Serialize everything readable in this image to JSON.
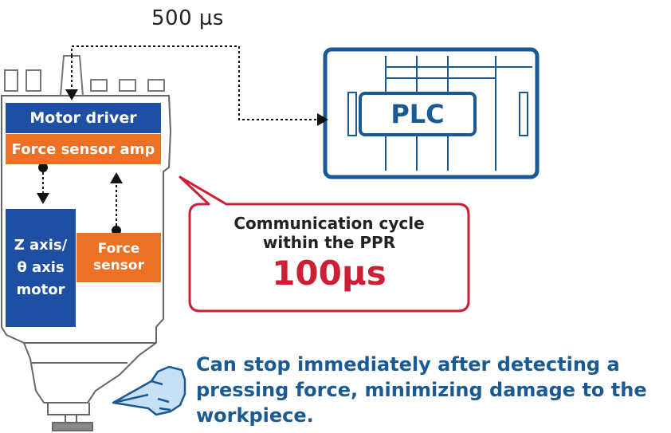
{
  "top_label": "500 µs",
  "plc": {
    "label": "PLC"
  },
  "actuator": {
    "motor_driver": "Motor driver",
    "force_sensor_amp": "Force sensor amp",
    "z_axis_motor": [
      "Z axis/",
      "θ axis",
      "motor"
    ],
    "force_sensor": [
      "Force",
      "sensor"
    ]
  },
  "callout": {
    "line1": "Communication cycle",
    "line2": "within the PPR",
    "value": "100µs"
  },
  "caption": "Can stop immediately after detecting a pressing force, minimizing damage to the workpiece.",
  "colors": {
    "blue": "#1f4fa3",
    "orange": "#ec7124",
    "red": "#cc1f36",
    "plc_blue": "#1a5a94"
  }
}
